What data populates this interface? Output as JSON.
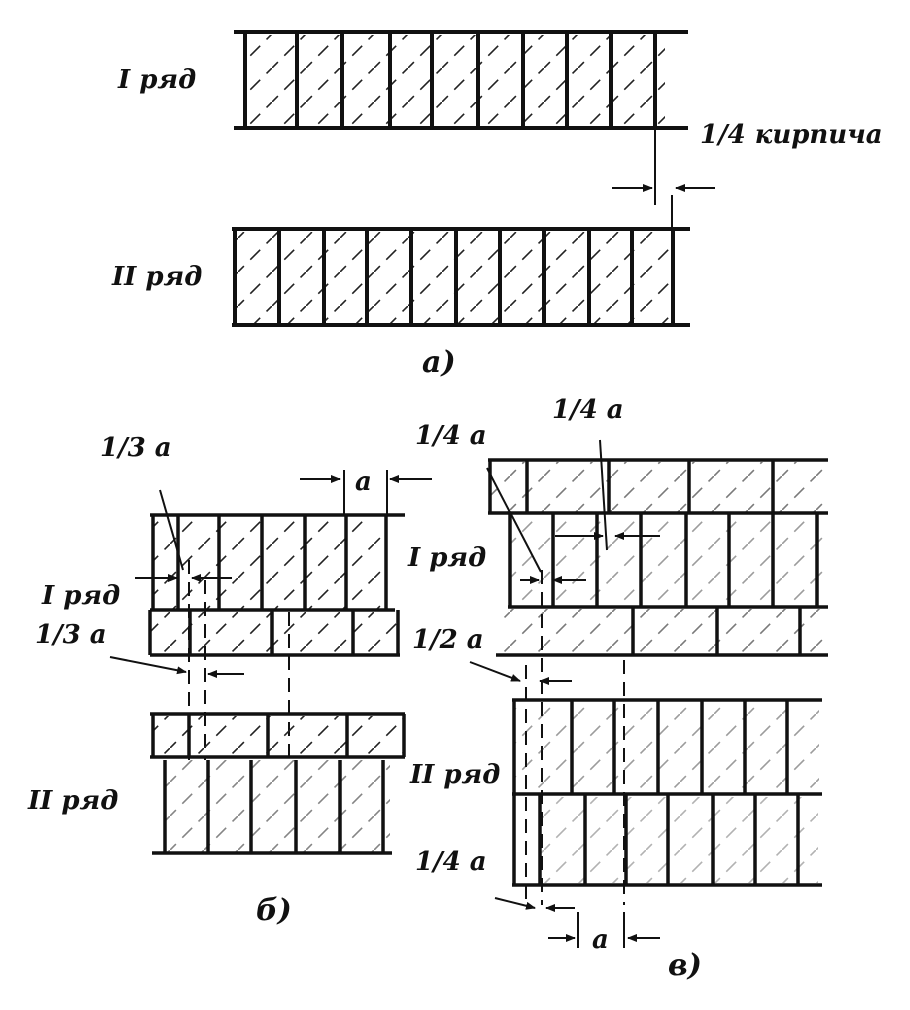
{
  "figure_a": {
    "row1_label": "I ряд",
    "row2_label": "II ряд",
    "offset_label": "1/4 кирпича",
    "caption": "а)"
  },
  "figure_b": {
    "row1_label": "I ряд",
    "row2_label": "II ряд",
    "dim_top": "1/3 а",
    "dim_mid": "1/3 а",
    "dim_a": "а",
    "caption": "б)"
  },
  "figure_c": {
    "row1_label": "I ряд",
    "row2_label": "II ряд",
    "dim_quarter_1": "1/4 а",
    "dim_quarter_2": "1/4 а",
    "dim_half": "1/2 а",
    "dim_quarter_3": "1/4 а",
    "dim_a": "а",
    "caption": "в)"
  }
}
